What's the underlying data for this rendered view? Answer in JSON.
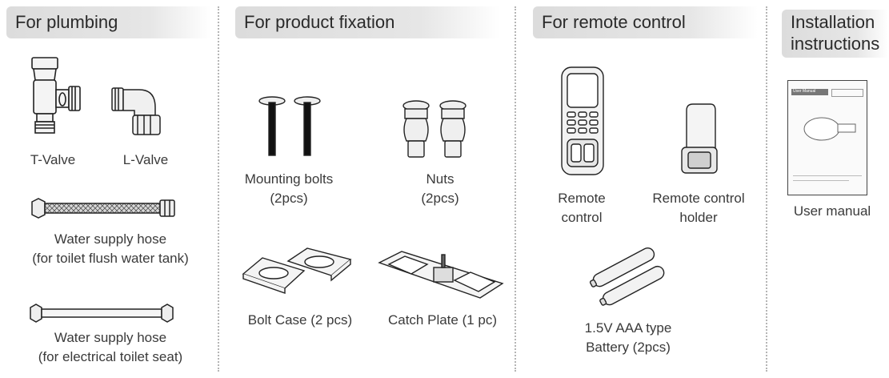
{
  "plumbing": {
    "title": "For plumbing",
    "t_valve": "T-Valve",
    "l_valve": "L-Valve",
    "hose1": "Water supply hose\n(for toilet flush water tank)",
    "hose2": "Water supply hose\n(for electrical toilet seat)"
  },
  "fixation": {
    "title": "For product fixation",
    "bolts": "Mounting bolts\n(2pcs)",
    "nuts": "Nuts\n(2pcs)",
    "bolt_case": "Bolt Case (2 pcs)",
    "catch_plate": "Catch Plate (1 pc)"
  },
  "remote": {
    "title": "For remote control",
    "remote": "Remote\ncontrol",
    "holder": "Remote control\nholder",
    "battery": "1.5V AAA type\nBattery (2pcs)"
  },
  "install": {
    "title": "Installation\ninstructions",
    "manual": "User manual",
    "manual_cover_title": "User Manual"
  }
}
